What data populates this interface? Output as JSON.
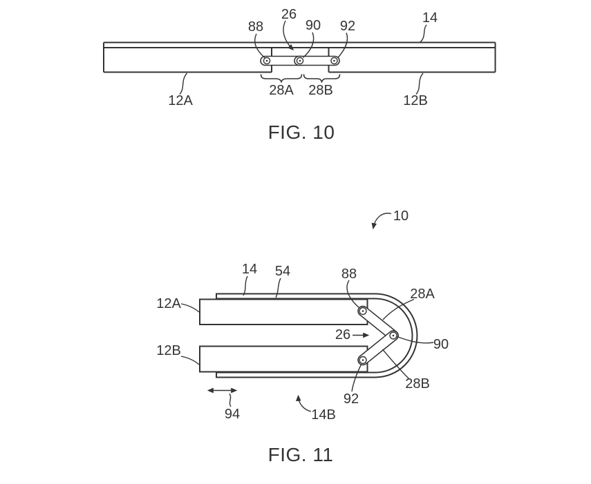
{
  "colors": {
    "ink": "#333333",
    "background": "#ffffff"
  },
  "figures": {
    "fig10": {
      "caption": "FIG. 10",
      "labels": {
        "n88": "88",
        "n26": "26",
        "n90": "90",
        "n92": "92",
        "n14": "14",
        "n12A": "12A",
        "n12B": "12B",
        "n28A": "28A",
        "n28B": "28B"
      }
    },
    "fig11": {
      "caption": "FIG. 11",
      "labels": {
        "n10": "10",
        "n14": "14",
        "n54": "54",
        "n88": "88",
        "n28A": "28A",
        "n26": "26",
        "n90": "90",
        "n12A": "12A",
        "n12B": "12B",
        "n28B": "28B",
        "n92": "92",
        "n94": "94",
        "n14B": "14B"
      }
    }
  }
}
